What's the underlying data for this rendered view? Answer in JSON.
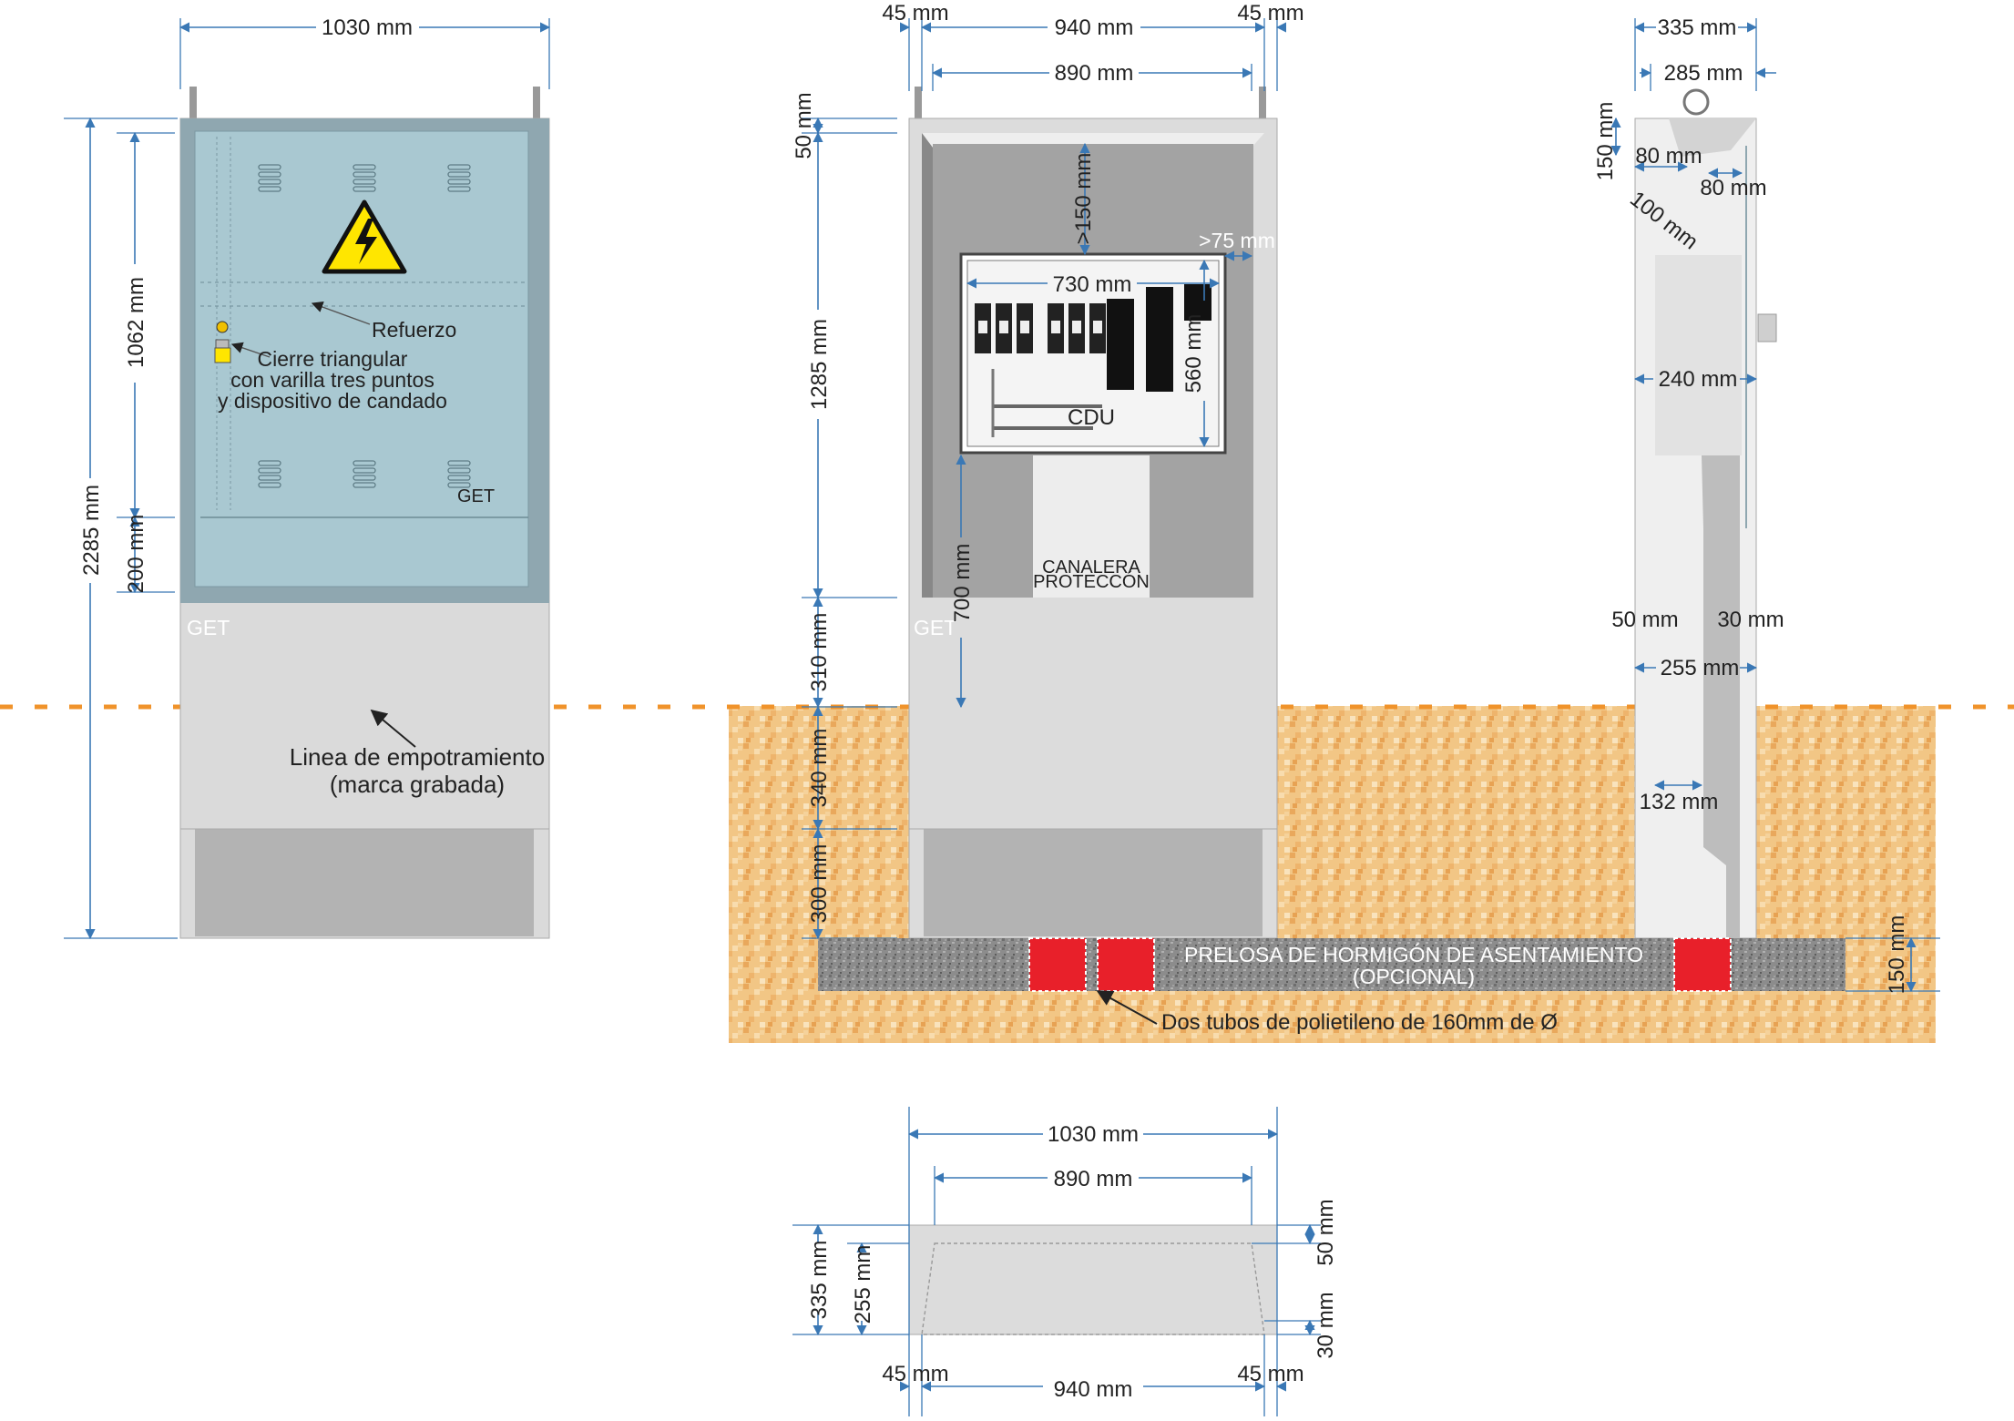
{
  "colors": {
    "dimension": "#3a78b5",
    "door": "#a8c7d0",
    "cabinet": "#dcdcdc",
    "soil": "#f0c080",
    "embed_line": "#f0932b",
    "tube": "#e8202a",
    "slab": "#8a8a8a",
    "warning": "#ffe600"
  },
  "icons": {
    "warning": "high-voltage-warning-icon",
    "arrow": "pointer-arrow-icon"
  },
  "front_view": {
    "width": "1030 mm",
    "total_height": "2285 mm",
    "door_height": "1062 mm",
    "lower_height": "200 mm",
    "brand": "GET",
    "brand_small": "GET",
    "label_refuerzo": "Refuerzo",
    "lock_line1": "Cierre triangular",
    "lock_line2": "con varilla tres puntos",
    "lock_line3": "y dispositivo de candado",
    "embed_line1": "Linea de empotramiento",
    "embed_line2": "(marca grabada)"
  },
  "inner_view": {
    "left_wall": "45 mm",
    "inner_width": "940 mm",
    "right_wall": "45 mm",
    "panel_width": "890 mm",
    "top_margin": "50 mm",
    "inner_height": "1285 mm",
    "above_ground": "310 mm",
    "buried": "340 mm",
    "base": "300 mm",
    "clearance_top": ">150 mm",
    "clearance_side": ">75 mm",
    "cdu_width": "730 mm",
    "cdu_height": "560 mm",
    "cdu_label": "CDU",
    "cdu_bottom": "700 mm",
    "duct_line1": "CANALERA",
    "duct_line2": "PROTECCÓN",
    "brand": "GET"
  },
  "side_view": {
    "depth": "335 mm",
    "inner_depth": "285 mm",
    "top_height": "150 mm",
    "lift1": "80 mm",
    "lift2": "80 mm",
    "lift3": "100 mm",
    "mid_depth": "240 mm",
    "front_wall": "50 mm",
    "back_wall": "30 mm",
    "lower_depth": "255 mm",
    "base_depth": "132 mm"
  },
  "foundation": {
    "slab_line1": "PRELOSA DE HORMIGÓN DE ASENTAMIENTO",
    "slab_line2": "(OPCIONAL)",
    "slab_thickness": "150 mm",
    "tubes": "Dos tubos de polietileno de 160mm de Ø"
  },
  "plan_view": {
    "width": "1030 mm",
    "inner_width": "890 mm",
    "depth": "335 mm",
    "inner_depth": "255 mm",
    "front": "50 mm",
    "back": "30 mm",
    "left_wall": "45 mm",
    "middle": "940 mm",
    "right_wall": "45 mm"
  }
}
